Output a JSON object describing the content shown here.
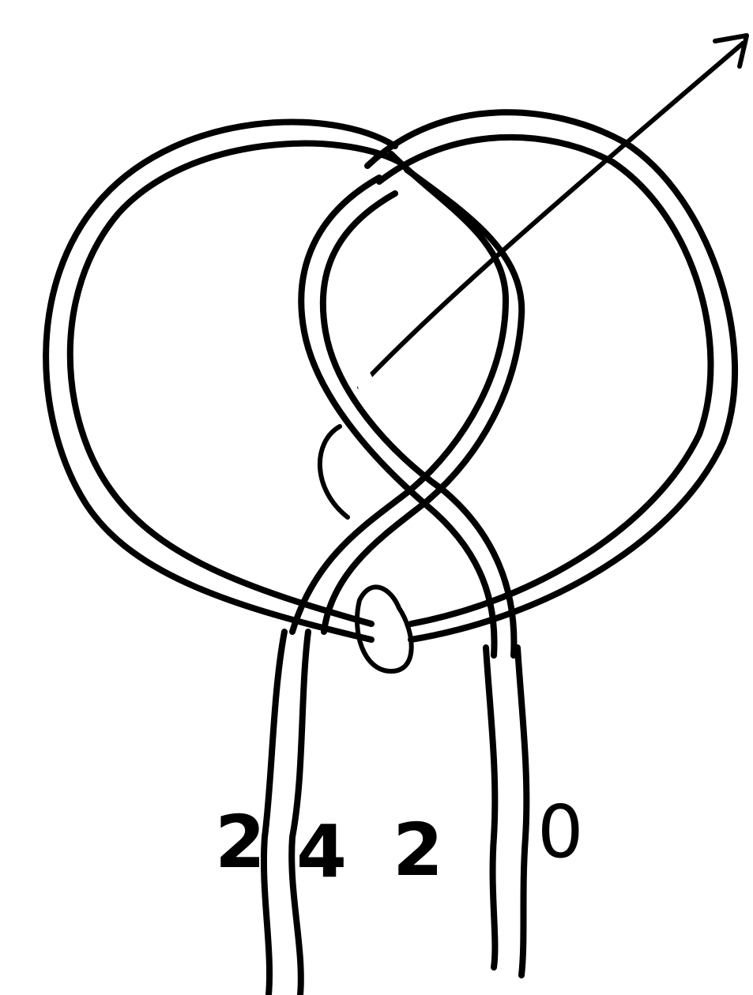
{
  "diagram": {
    "strand_labels": [
      "2",
      "4",
      "2",
      "0"
    ],
    "has_direction_arrow": true,
    "line_color": "#000000",
    "background_color": "#ffffff"
  }
}
